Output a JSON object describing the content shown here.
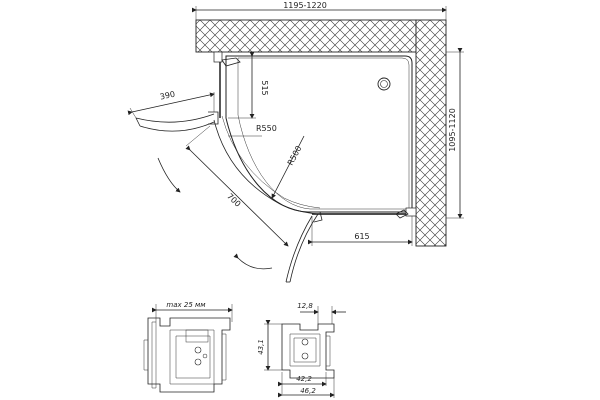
{
  "drawing": {
    "width_label": "1195-1220",
    "depth_label": "1095-1120",
    "door_open_label": "390",
    "side_label": "515",
    "outer_radius_label": "R550",
    "inner_radius_label": "R500",
    "diagonal_label": "700",
    "front_label": "615"
  },
  "profile_left": {
    "max_label": "max 25 мм"
  },
  "profile_right": {
    "top_label": "12,8",
    "height_label": "43,1",
    "bottom_inner_label": "42,2",
    "bottom_outer_label": "46,2"
  }
}
